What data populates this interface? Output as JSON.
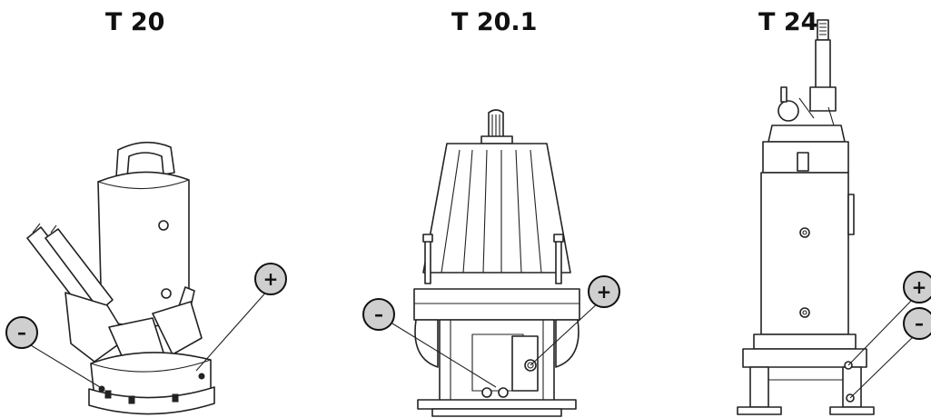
{
  "labels": {
    "pump1": "T 20",
    "pump2": "T 20.1",
    "pump3": "T 24"
  },
  "callouts": {
    "minus": "–",
    "plus": "+"
  }
}
